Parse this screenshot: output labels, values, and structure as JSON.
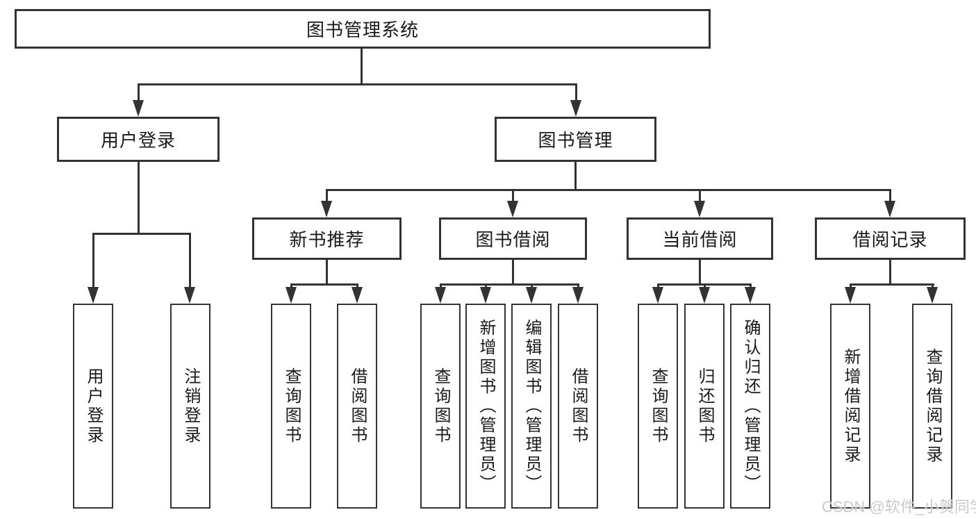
{
  "diagram": {
    "title": "图书管理系统",
    "nodes": {
      "root": "图书管理系统",
      "user_login": "用户登录",
      "book_mgmt": "图书管理",
      "new_books": "新书推荐",
      "book_borrow": "图书借阅",
      "current_borrow": "当前借阅",
      "borrow_records": "借阅记录",
      "user_login_leaf": "用户登录",
      "logout_leaf": "注销登录",
      "nb_query_books": "查询图书",
      "nb_borrow_books": "借阅图书",
      "bb_query_books": "查询图书",
      "bb_add_books": "新增图书（管理员）",
      "bb_edit_books": "编辑图书（管理员）",
      "bb_borrow_books": "借阅图书",
      "cb_query_books": "查询图书",
      "cb_return_books": "归还图书",
      "cb_confirm_return": "确认归还（管理员）",
      "br_add_record": "新增借阅记录",
      "br_query_record": "查询借阅记录"
    },
    "tree": {
      "图书管理系统": {
        "用户登录": [
          "用户登录",
          "注销登录"
        ],
        "图书管理": {
          "新书推荐": [
            "查询图书",
            "借阅图书"
          ],
          "图书借阅": [
            "查询图书",
            "新增图书（管理员）",
            "编辑图书（管理员）",
            "借阅图书"
          ],
          "当前借阅": [
            "查询图书",
            "归还图书",
            "确认归还（管理员）"
          ],
          "借阅记录": [
            "新增借阅记录",
            "查询借阅记录"
          ]
        }
      }
    },
    "colors": {
      "line": "#333333",
      "text": "#1a1a1a",
      "background": "#ffffff",
      "watermark": "#c6c6c6"
    }
  },
  "watermark": {
    "text": "CSDN @软件_小贺同学"
  }
}
